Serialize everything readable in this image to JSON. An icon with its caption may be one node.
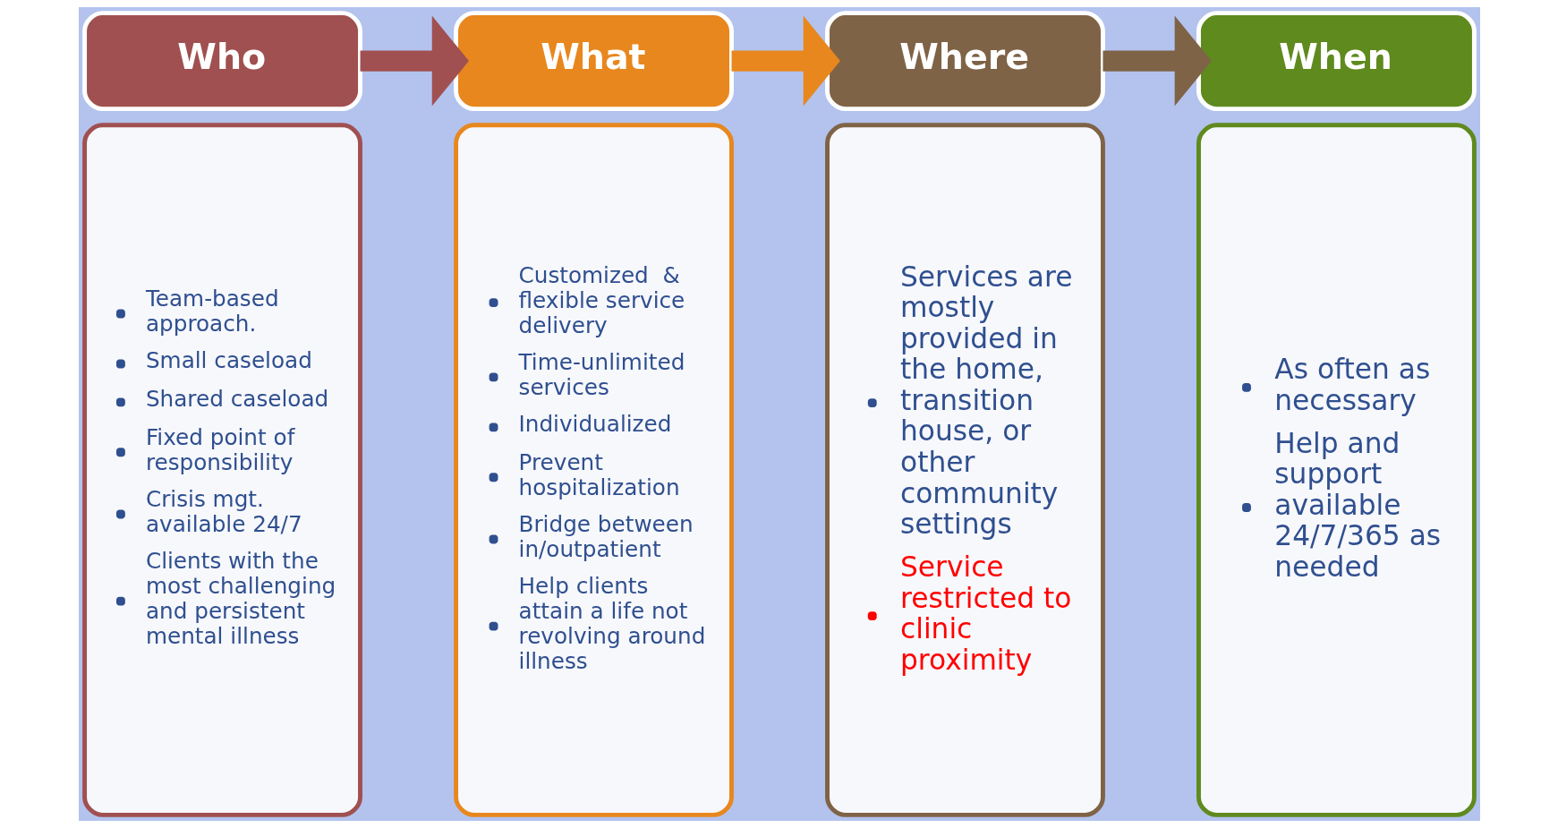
{
  "diagram": {
    "nodes": [
      {
        "text": [
          "Who"
        ]
      },
      {
        "text": [
          "What"
        ]
      },
      {
        "text": [
          "Where"
        ]
      },
      {
        "text": [
          "When"
        ]
      },
      {
        "text": [
          "Team-based approach.",
          "Small caseload",
          "Shared caseload",
          "Fixed point of responsibility",
          "Crisis mgt. available 24/7",
          "Clients with the most challenging and persistent mental illness"
        ]
      },
      {
        "text": [
          "Customized  & flexible service delivery",
          "Time-unlimited services",
          "Individualized",
          "Prevent hospitalization",
          "Bridge between in/outpatient",
          "Help clients attain a life not revolving around illness"
        ]
      },
      {
        "text": [
          "Services are mostly provided in the home, transition house, or other community settings",
          "Service restricted to clinic proximity"
        ]
      },
      {
        "text": [
          "As often as necessary",
          "Help and support available 24/7/365 as needed"
        ]
      }
    ],
    "edges": [
      {
        "from": 0,
        "to": 1,
        "arrow": "to",
        "color": "#a05050"
      },
      {
        "from": 1,
        "to": 2,
        "arrow": "to",
        "color": "#e8871e"
      },
      {
        "from": 2,
        "to": 3,
        "arrow": "to",
        "color": "#7f6347"
      }
    ]
  }
}
